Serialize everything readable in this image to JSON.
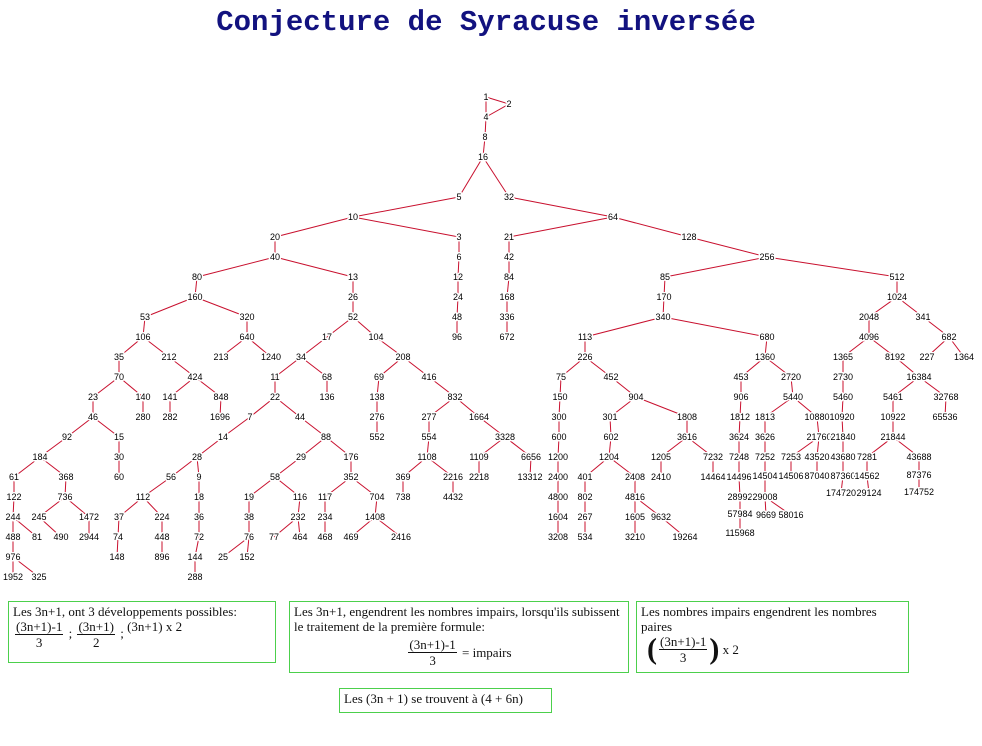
{
  "title": "Conjecture de Syracuse inversée",
  "colors": {
    "title": "#12127f",
    "edge": "#c8102e",
    "box_border": "#4cd04c"
  },
  "tree": {
    "edges": [
      [
        "1",
        "4"
      ],
      [
        "1",
        "2"
      ],
      [
        "2",
        "4"
      ],
      [
        "4",
        "8"
      ],
      [
        "8",
        "16"
      ],
      [
        "16",
        "5"
      ],
      [
        "16",
        "32"
      ],
      [
        "5",
        "10"
      ],
      [
        "32",
        "64"
      ],
      [
        "10",
        "20"
      ],
      [
        "10",
        "3"
      ],
      [
        "64",
        "21"
      ],
      [
        "64",
        "128"
      ],
      [
        "20",
        "40"
      ],
      [
        "40",
        "80"
      ],
      [
        "40",
        "13"
      ],
      [
        "3",
        "6"
      ],
      [
        "6",
        "12"
      ],
      [
        "12",
        "24"
      ],
      [
        "24",
        "48"
      ],
      [
        "48",
        "96"
      ],
      [
        "21",
        "42"
      ],
      [
        "42",
        "84"
      ],
      [
        "84",
        "168"
      ],
      [
        "168",
        "336"
      ],
      [
        "336",
        "672"
      ],
      [
        "128",
        "256"
      ],
      [
        "256",
        "85"
      ],
      [
        "256",
        "512"
      ],
      [
        "85",
        "170"
      ],
      [
        "170",
        "340"
      ],
      [
        "80",
        "160"
      ],
      [
        "160",
        "53"
      ],
      [
        "160",
        "320"
      ],
      [
        "53",
        "106"
      ],
      [
        "106",
        "35"
      ],
      [
        "106",
        "212"
      ],
      [
        "320",
        "640"
      ],
      [
        "640",
        "213"
      ],
      [
        "640",
        "1240"
      ],
      [
        "35",
        "70"
      ],
      [
        "70",
        "23"
      ],
      [
        "70",
        "140"
      ],
      [
        "140",
        "280"
      ],
      [
        "212",
        "424"
      ],
      [
        "424",
        "141"
      ],
      [
        "424",
        "848"
      ],
      [
        "141",
        "282"
      ],
      [
        "848",
        "1696"
      ],
      [
        "23",
        "46"
      ],
      [
        "46",
        "92"
      ],
      [
        "46",
        "15"
      ],
      [
        "15",
        "30"
      ],
      [
        "30",
        "60"
      ],
      [
        "92",
        "184"
      ],
      [
        "184",
        "61"
      ],
      [
        "184",
        "368"
      ],
      [
        "61",
        "122"
      ],
      [
        "122",
        "244"
      ],
      [
        "244",
        "488"
      ],
      [
        "244",
        "81"
      ],
      [
        "488",
        "976"
      ],
      [
        "976",
        "1952"
      ],
      [
        "976",
        "325"
      ],
      [
        "368",
        "736"
      ],
      [
        "736",
        "245"
      ],
      [
        "736",
        "1472"
      ],
      [
        "245",
        "490"
      ],
      [
        "1472",
        "2944"
      ],
      [
        "13",
        "26"
      ],
      [
        "26",
        "52"
      ],
      [
        "52",
        "17"
      ],
      [
        "52",
        "104"
      ],
      [
        "17",
        "34"
      ],
      [
        "34",
        "11"
      ],
      [
        "34",
        "68"
      ],
      [
        "68",
        "136"
      ],
      [
        "11",
        "22"
      ],
      [
        "22",
        "7"
      ],
      [
        "22",
        "44"
      ],
      [
        "7",
        "14"
      ],
      [
        "14",
        "28"
      ],
      [
        "28",
        "56"
      ],
      [
        "28",
        "9"
      ],
      [
        "56",
        "112"
      ],
      [
        "112",
        "37"
      ],
      [
        "112",
        "224"
      ],
      [
        "37",
        "74"
      ],
      [
        "74",
        "148"
      ],
      [
        "224",
        "448"
      ],
      [
        "448",
        "896"
      ],
      [
        "9",
        "18"
      ],
      [
        "18",
        "36"
      ],
      [
        "36",
        "72"
      ],
      [
        "72",
        "144"
      ],
      [
        "144",
        "288"
      ],
      [
        "44",
        "88"
      ],
      [
        "88",
        "29"
      ],
      [
        "88",
        "176"
      ],
      [
        "29",
        "58"
      ],
      [
        "58",
        "19"
      ],
      [
        "58",
        "116"
      ],
      [
        "19",
        "38"
      ],
      [
        "38",
        "76"
      ],
      [
        "76",
        "25"
      ],
      [
        "76",
        "152"
      ],
      [
        "116",
        "232"
      ],
      [
        "232",
        "77"
      ],
      [
        "232",
        "464"
      ],
      [
        "104",
        "208"
      ],
      [
        "208",
        "69"
      ],
      [
        "208",
        "416"
      ],
      [
        "69",
        "138"
      ],
      [
        "138",
        "276"
      ],
      [
        "276",
        "552"
      ],
      [
        "416",
        "832"
      ],
      [
        "832",
        "277"
      ],
      [
        "832",
        "1664"
      ],
      [
        "277",
        "554"
      ],
      [
        "554",
        "1108"
      ],
      [
        "1108",
        "369"
      ],
      [
        "1108",
        "2216"
      ],
      [
        "369",
        "738"
      ],
      [
        "2216",
        "4432"
      ],
      [
        "1664",
        "3328"
      ],
      [
        "3328",
        "1109"
      ],
      [
        "3328",
        "6656"
      ],
      [
        "1109",
        "2218"
      ],
      [
        "6656",
        "13312"
      ],
      [
        "176",
        "352"
      ],
      [
        "352",
        "117"
      ],
      [
        "352",
        "704"
      ],
      [
        "117",
        "234"
      ],
      [
        "234",
        "468"
      ],
      [
        "704",
        "1408"
      ],
      [
        "1408",
        "469"
      ],
      [
        "1408",
        "2416"
      ],
      [
        "340",
        "113"
      ],
      [
        "340",
        "680"
      ],
      [
        "113",
        "226"
      ],
      [
        "226",
        "75"
      ],
      [
        "226",
        "452"
      ],
      [
        "75",
        "150"
      ],
      [
        "150",
        "300"
      ],
      [
        "300",
        "600"
      ],
      [
        "600",
        "1200"
      ],
      [
        "1200",
        "2400"
      ],
      [
        "2400",
        "4800"
      ],
      [
        "4800",
        "1604"
      ],
      [
        "1604",
        "3208"
      ],
      [
        "452",
        "904"
      ],
      [
        "904",
        "301"
      ],
      [
        "904",
        "1808"
      ],
      [
        "301",
        "602"
      ],
      [
        "602",
        "1204"
      ],
      [
        "1204",
        "401"
      ],
      [
        "1204",
        "2408"
      ],
      [
        "401",
        "802"
      ],
      [
        "802",
        "267"
      ],
      [
        "267",
        "534"
      ],
      [
        "2408",
        "4816"
      ],
      [
        "4816",
        "1605"
      ],
      [
        "4816",
        "9632"
      ],
      [
        "1605",
        "3210"
      ],
      [
        "9632",
        "19264"
      ],
      [
        "1808",
        "3616"
      ],
      [
        "3616",
        "1205"
      ],
      [
        "3616",
        "7232"
      ],
      [
        "1205",
        "2410"
      ],
      [
        "7232",
        "14464"
      ],
      [
        "680",
        "1360"
      ],
      [
        "1360",
        "453"
      ],
      [
        "1360",
        "2720"
      ],
      [
        "453",
        "906"
      ],
      [
        "906",
        "1812"
      ],
      [
        "1812",
        "3624"
      ],
      [
        "3624",
        "7248"
      ],
      [
        "7248",
        "14496"
      ],
      [
        "14496",
        "28992"
      ],
      [
        "28992",
        "57984"
      ],
      [
        "57984",
        "115968"
      ],
      [
        "2720",
        "5440"
      ],
      [
        "5440",
        "1813"
      ],
      [
        "5440",
        "10880"
      ],
      [
        "1813",
        "3626"
      ],
      [
        "3626",
        "7252"
      ],
      [
        "7252",
        "14504"
      ],
      [
        "14504",
        "29008"
      ],
      [
        "29008",
        "9669"
      ],
      [
        "29008",
        "58016"
      ],
      [
        "10880",
        "21760"
      ],
      [
        "21760",
        "7253"
      ],
      [
        "21760",
        "43520"
      ],
      [
        "7253",
        "14506"
      ],
      [
        "43520",
        "87040"
      ],
      [
        "512",
        "1024"
      ],
      [
        "1024",
        "2048"
      ],
      [
        "1024",
        "341"
      ],
      [
        "2048",
        "4096"
      ],
      [
        "4096",
        "1365"
      ],
      [
        "4096",
        "8192"
      ],
      [
        "1365",
        "2730"
      ],
      [
        "2730",
        "5460"
      ],
      [
        "5460",
        "10920"
      ],
      [
        "10920",
        "21840"
      ],
      [
        "21840",
        "43680"
      ],
      [
        "43680",
        "87360"
      ],
      [
        "87360",
        "174720"
      ],
      [
        "8192",
        "16384"
      ],
      [
        "16384",
        "5461"
      ],
      [
        "16384",
        "32768"
      ],
      [
        "5461",
        "10922"
      ],
      [
        "10922",
        "21844"
      ],
      [
        "21844",
        "7281"
      ],
      [
        "21844",
        "43688"
      ],
      [
        "7281",
        "14562"
      ],
      [
        "14562",
        "29124"
      ],
      [
        "43688",
        "87376"
      ],
      [
        "87376",
        "174752"
      ],
      [
        "32768",
        "65536"
      ],
      [
        "341",
        "682"
      ],
      [
        "682",
        "227"
      ],
      [
        "682",
        "1364"
      ]
    ]
  },
  "boxes": {
    "b1": {
      "line1": "Les 3n+1, ont 3 développements possibles:",
      "f1_num": "(3n+1)-1",
      "f1_den": "3",
      "sep1": ";",
      "f2_num": "(3n+1)",
      "f2_den": "2",
      "sep2": ";",
      "f3": "(3n+1) x 2"
    },
    "b2": {
      "text": "Les 3n+1, engendrent les nombres impairs, lorsqu'ils subissent le traitement de la première formule:",
      "f_num": "(3n+1)-1",
      "f_den": "3",
      "result": "= impairs"
    },
    "b3": {
      "text": "Les nombres impairs engendrent les nombres paires",
      "f_num": "(3n+1)-1",
      "f_den": "3",
      "mult": "x 2"
    },
    "b4": {
      "text": "Les (3n + 1) se trouvent  à (4 + 6n)"
    }
  }
}
